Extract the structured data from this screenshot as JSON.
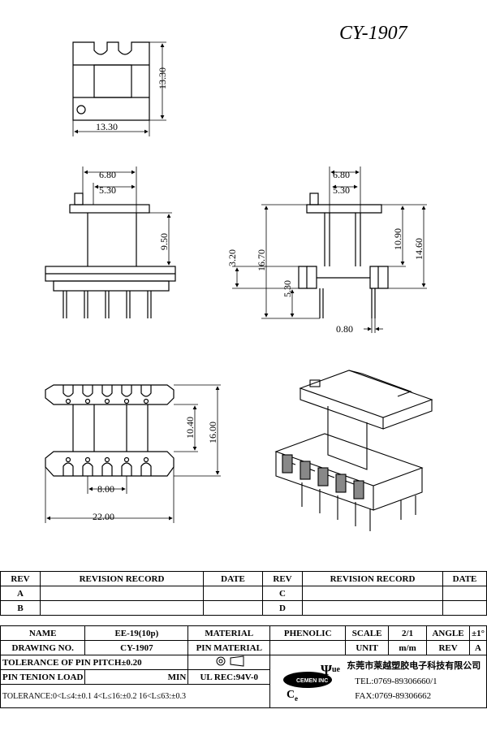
{
  "title": "CY-1907",
  "dims": {
    "top_height": "13.30",
    "top_width": "13.30",
    "front_outer": "6.80",
    "front_inner": "5.30",
    "front_height": "9.50",
    "side_outer": "6.80",
    "side_inner": "5.30",
    "side_left": "3.20",
    "side_total": "16.70",
    "side_mid": "10.90",
    "side_right": "14.60",
    "side_pin": "5.30",
    "side_pin_width": "0.80",
    "bottom_inner": "10.40",
    "bottom_outer": "16.00",
    "pin_pitch": "8.00",
    "bottom_width": "22.00"
  },
  "revision_table": {
    "headers": [
      "REV",
      "REVISION RECORD",
      "DATE",
      "REV",
      "REVISION RECORD",
      "DATE"
    ],
    "rows": [
      [
        "A",
        "",
        "",
        "C",
        "",
        ""
      ],
      [
        "B",
        "",
        "",
        "D",
        "",
        ""
      ]
    ]
  },
  "title_block": {
    "name_label": "NAME",
    "name_value": "EE-19(10p)",
    "material_label": "MATERIAL",
    "material_value": "PHENOLIC",
    "scale_label": "SCALE",
    "scale_value": "2/1",
    "angle_label": "ANGLE",
    "angle_value": "±1°",
    "drawing_no_label": "DRAWING NO.",
    "drawing_no_value": "CY-1907",
    "pin_material_label": "PIN MATERIAL",
    "unit_label": "UNIT",
    "unit_value": "m/m",
    "rev_label": "REV",
    "rev_value": "A",
    "pitch_tolerance": "TOLERANCE OF PIN PITCH±0.20",
    "pin_tension_label": "PIN TENION LOAD",
    "pin_tension_value": "MIN",
    "ul_rec": "UL REC:94V-0",
    "company_cn": "东莞市莱越塑胶电子科技有限公司",
    "tel": "TEL:0769-89306660/1",
    "fax": "FAX:0769-89306662",
    "tolerance_note": "TOLERANCE:0<L≤4:±0.1  4<L≤16:±0.2  16<L≤63:±0.3"
  }
}
